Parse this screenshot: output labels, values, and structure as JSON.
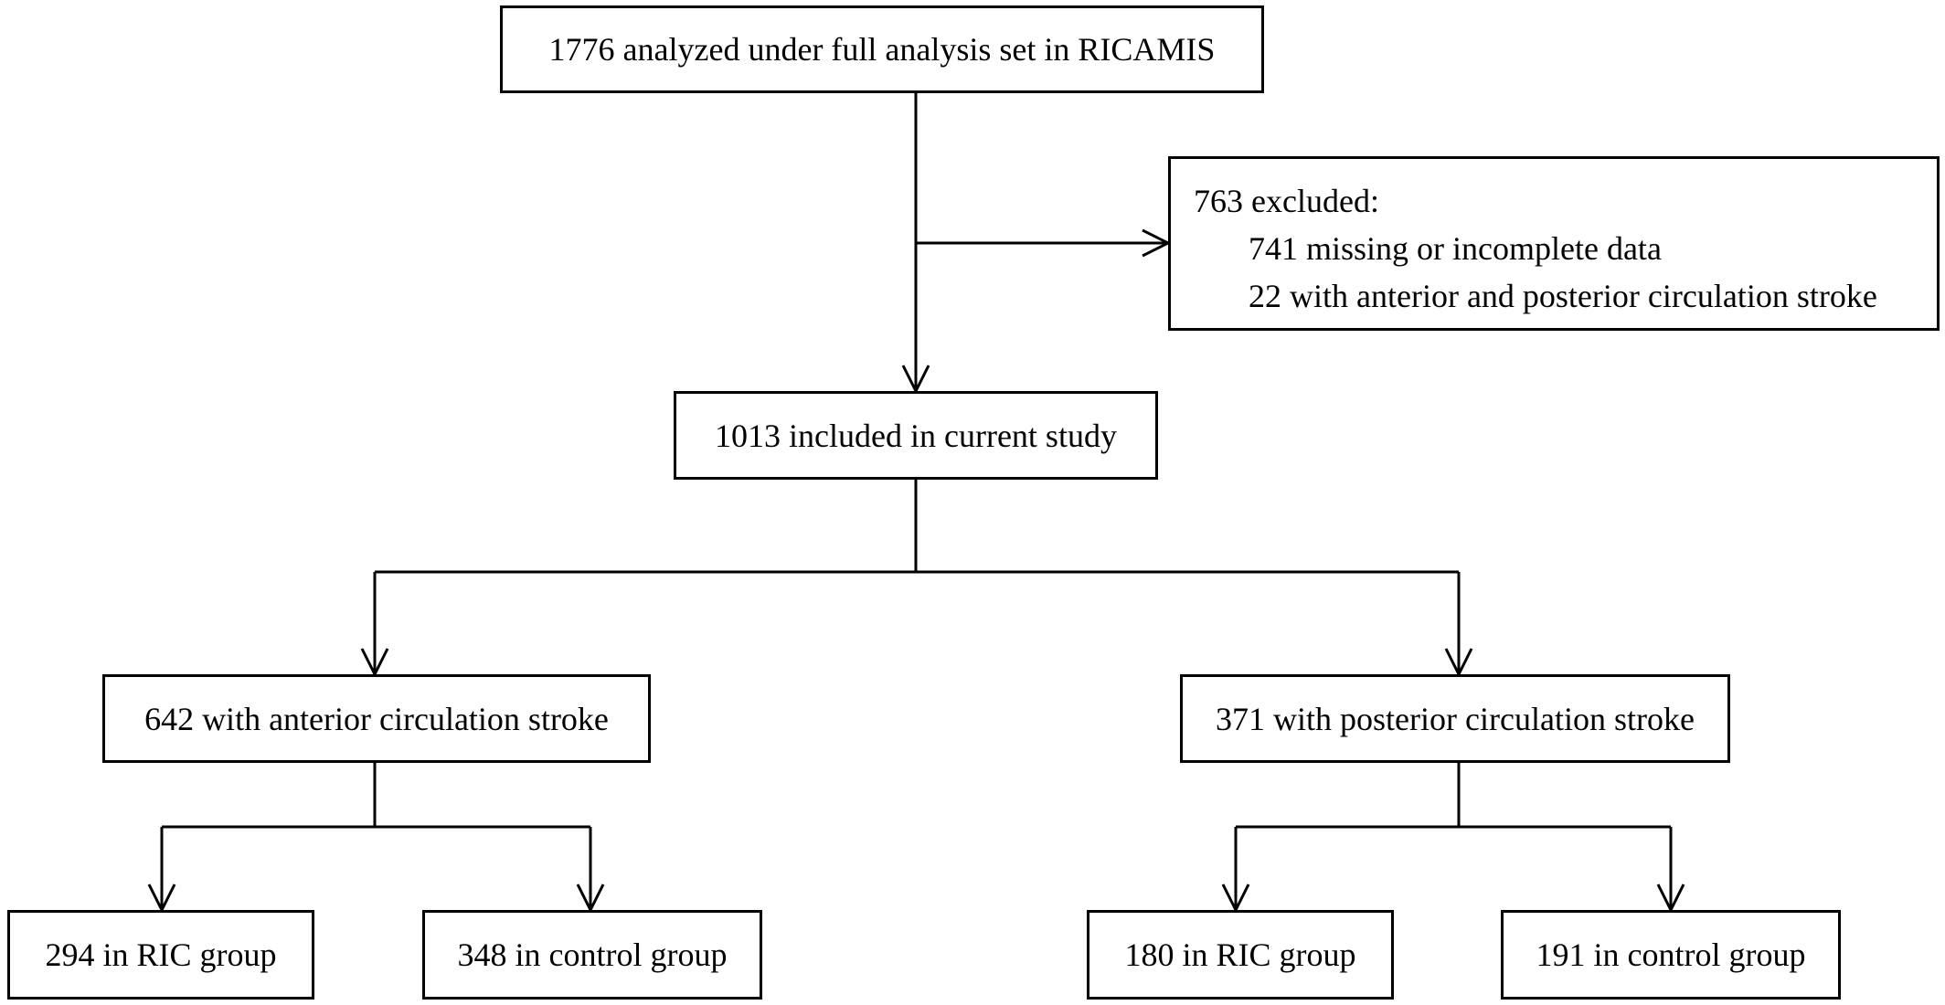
{
  "flowchart": {
    "top": "1776 analyzed under full analysis set in RICAMIS",
    "excluded": {
      "title": "763 excluded:",
      "items": [
        "741 missing or incomplete data",
        "22 with anterior and posterior circulation stroke"
      ]
    },
    "included": "1013 included in current study",
    "anterior": {
      "label": "642 with anterior circulation stroke",
      "ric": "294 in RIC group",
      "control": "348 in control group"
    },
    "posterior": {
      "label": "371 with posterior circulation stroke",
      "ric": "180 in RIC group",
      "control": "191 in control group"
    }
  }
}
